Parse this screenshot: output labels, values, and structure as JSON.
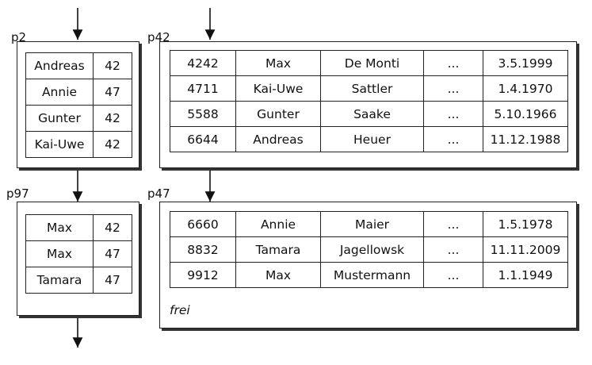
{
  "index_pages": [
    {
      "label": "p2",
      "rows": [
        [
          "Andreas",
          "42"
        ],
        [
          "Annie",
          "47"
        ],
        [
          "Gunter",
          "42"
        ],
        [
          "Kai-Uwe",
          "42"
        ]
      ]
    },
    {
      "label": "p97",
      "rows": [
        [
          "Max",
          "42"
        ],
        [
          "Max",
          "47"
        ],
        [
          "Tamara",
          "47"
        ]
      ]
    }
  ],
  "data_pages": [
    {
      "label": "p42",
      "rows": [
        [
          "4242",
          "Max",
          "De Monti",
          "...",
          "3.5.1999"
        ],
        [
          "4711",
          "Kai-Uwe",
          "Sattler",
          "...",
          "1.4.1970"
        ],
        [
          "5588",
          "Gunter",
          "Saake",
          "...",
          "5.10.1966"
        ],
        [
          "6644",
          "Andreas",
          "Heuer",
          "...",
          "11.12.1988"
        ]
      ],
      "free_label": ""
    },
    {
      "label": "p47",
      "rows": [
        [
          "6660",
          "Annie",
          "Maier",
          "...",
          "1.5.1978"
        ],
        [
          "8832",
          "Tamara",
          "Jagellowsk",
          "...",
          "11.11.2009"
        ],
        [
          "9912",
          "Max",
          "Mustermann",
          "...",
          "1.1.1949"
        ]
      ],
      "free_label": "frei"
    }
  ]
}
